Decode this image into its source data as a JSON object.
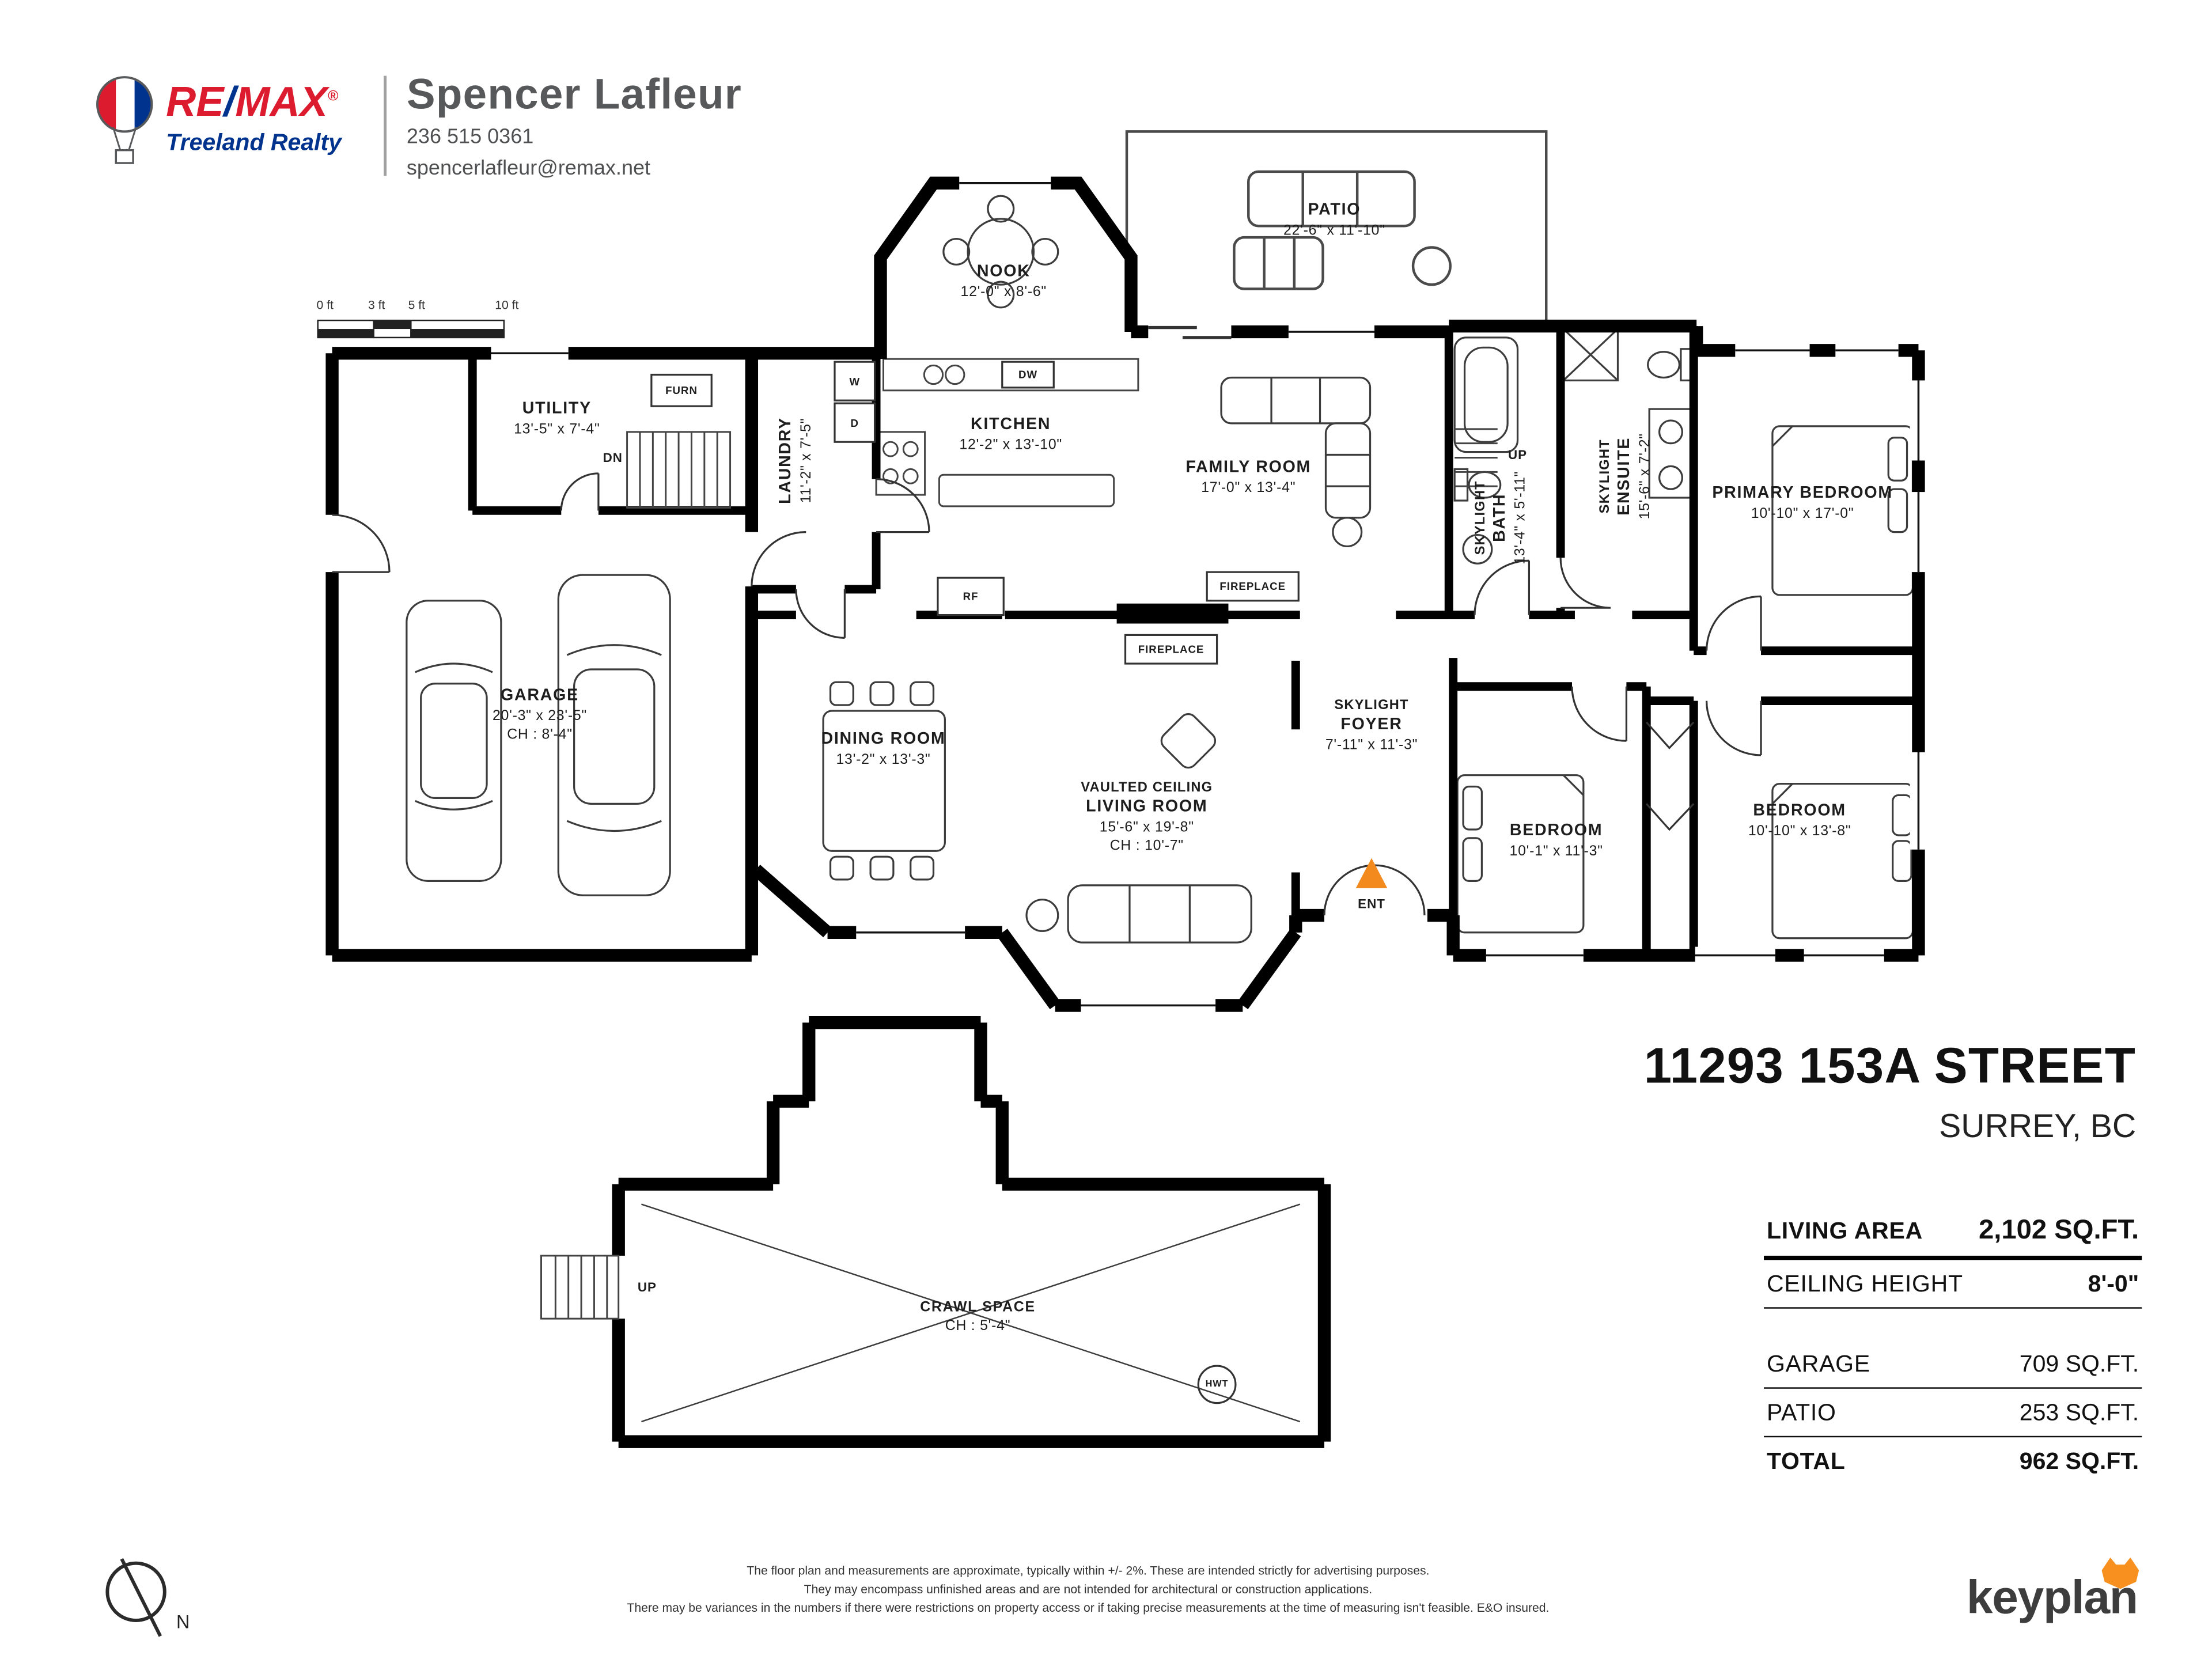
{
  "header": {
    "brand": {
      "re": "RE",
      "slash": "/",
      "max": "MAX",
      "reg": "®",
      "sub": "Treeland Realty"
    },
    "agent_name": "Spencer Lafleur",
    "agent_phone": "236 515 0361",
    "agent_email": "spencerlafleur@remax.net"
  },
  "scale_bar": {
    "ticks": [
      "0 ft",
      "3 ft",
      "5 ft",
      "10 ft"
    ]
  },
  "floorplan": {
    "rooms": {
      "patio": {
        "name": "PATIO",
        "dims": "22'-6\" x 11'-10\""
      },
      "nook": {
        "name": "NOOK",
        "dims": "12'-0\" x 8'-6\""
      },
      "utility": {
        "name": "UTILITY",
        "dims": "13'-5\" x 7'-4\""
      },
      "laundry": {
        "name": "LAUNDRY",
        "dims": "11'-2\" x 7'-5\""
      },
      "kitchen": {
        "name": "KITCHEN",
        "dims": "12'-2\" x 13'-10\""
      },
      "family_room": {
        "name": "FAMILY ROOM",
        "dims": "17'-0\" x 13'-4\""
      },
      "bath": {
        "prefix": "SKYLIGHT",
        "name": "BATH",
        "dims": "13'-4\" x 5'-11\""
      },
      "ensuite": {
        "prefix": "SKYLIGHT",
        "name": "ENSUITE",
        "dims": "15'-6\" x 7'-2\""
      },
      "primary_bedroom": {
        "name": "PRIMARY BEDROOM",
        "dims": "10'-10\" x 17'-0\""
      },
      "garage": {
        "name": "GARAGE",
        "dims": "20'-3\" x 23'-5\"",
        "ceiling": "CH : 8'-4\""
      },
      "dining_room": {
        "name": "DINING ROOM",
        "dims": "13'-2\" x 13'-3\""
      },
      "living_room": {
        "prefix": "VAULTED CEILING",
        "name": "LIVING ROOM",
        "dims": "15'-6\" x 19'-8\"",
        "ceiling": "CH : 10'-7\""
      },
      "foyer": {
        "prefix": "SKYLIGHT",
        "name": "FOYER",
        "dims": "7'-11\" x 11'-3\""
      },
      "bedroom2": {
        "name": "BEDROOM",
        "dims": "10'-1\" x 11'-3\""
      },
      "bedroom3": {
        "name": "BEDROOM",
        "dims": "10'-10\" x 13'-8\""
      },
      "crawl_space": {
        "name": "CRAWL SPACE",
        "ceiling": "CH : 5'-4\""
      }
    },
    "annotations": {
      "dn": "DN",
      "up_bath": "UP",
      "up_crawl": "UP",
      "washer": "W",
      "dryer": "D",
      "dishwasher": "DW",
      "fridge": "RF",
      "furnace": "FURN",
      "fireplace1": "FIREPLACE",
      "fireplace2": "FIREPLACE",
      "entrance": "ENT",
      "hot_water_tank": "HWT",
      "north": "N"
    }
  },
  "property": {
    "address_line1": "11293 153A STREET",
    "address_line2": "SURREY, BC"
  },
  "stats": {
    "rows": [
      {
        "label": "LIVING AREA",
        "value": "2,102 SQ.FT."
      },
      {
        "label": "CEILING HEIGHT",
        "value": "8'-0\""
      },
      {
        "label": "GARAGE",
        "value": "709 SQ.FT."
      },
      {
        "label": "PATIO",
        "value": "253 SQ.FT."
      },
      {
        "label": "TOTAL",
        "value": "962 SQ.FT."
      }
    ]
  },
  "footer": {
    "disclaimer_lines": [
      "The floor plan and measurements are approximate, typically within +/- 2%. These are intended strictly for advertising purposes.",
      "They may encompass unfinished areas and are not intended for architectural or construction applications.",
      "There may be variances in the numbers if there were restrictions on property access or if taking precise measurements at the time of measuring isn't feasible. E&O insured."
    ],
    "logo_text": "keyplan"
  }
}
